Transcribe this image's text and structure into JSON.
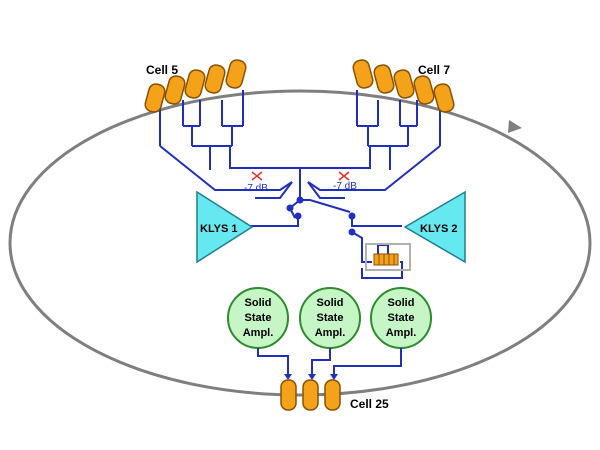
{
  "labels": {
    "cell_left": "Cell 5",
    "cell_right": "Cell 7",
    "cell_bottom": "Cell 25",
    "klystron_1": "KLYS 1",
    "klystron_2": "KLYS 2",
    "attenuator_left": "-7 dB",
    "attenuator_right": "-7 dB",
    "ssa_line1": "Solid",
    "ssa_line2": "State",
    "ssa_line3": "Ampl."
  },
  "colors": {
    "ring": "#7f7f7f",
    "waveguide": "#1f2fbf",
    "cavity": "#f5a21b",
    "cavity_stroke": "#8a5200",
    "klystron": "#66e8f0",
    "amplifier": "#c6f5c6",
    "amplifier_stroke": "#2e8b2e",
    "attenuator_mark": "#e03030"
  },
  "icons": {
    "ring_arrow": "beam-direction-arrow-icon",
    "switch": "waveguide-switch-icon"
  }
}
